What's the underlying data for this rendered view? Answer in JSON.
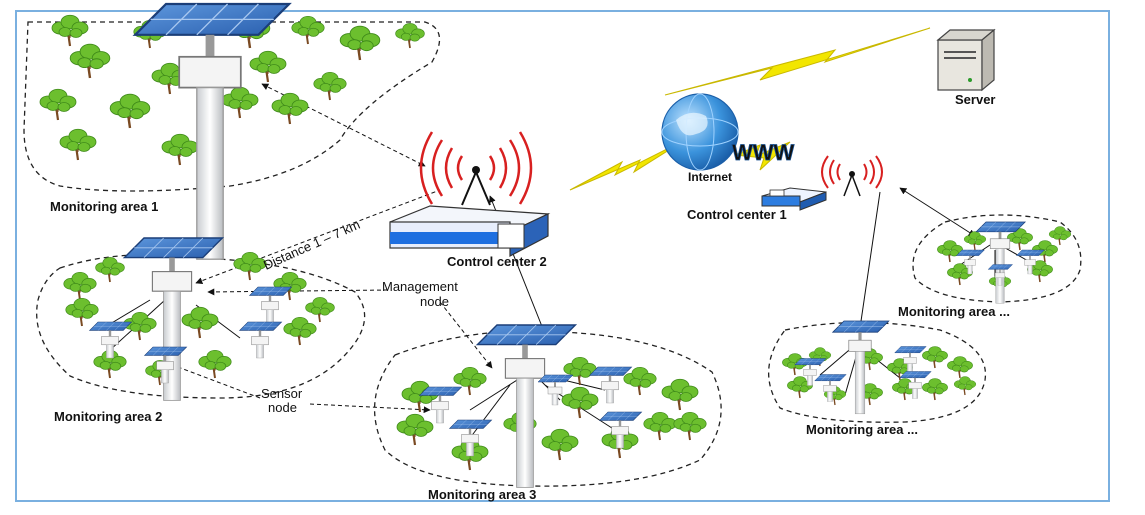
{
  "labels": {
    "area1": "Monitoring area 1",
    "area2": "Monitoring area 2",
    "area3": "Monitoring area 3",
    "area_right_top": "Monitoring area ...",
    "area_right_bottom": "Monitoring area ...",
    "control_center_1": "Control center 1",
    "control_center_2": "Control center 2",
    "internet": "Internet",
    "server": "Server",
    "management_node_line1": "Management",
    "management_node_line2": "node",
    "sensor_node_line1": "Sensor",
    "sensor_node_line2": "node",
    "distance": "Distance 1 – 7 km",
    "www": "WWW"
  },
  "colors": {
    "frame": "#7ab0e0",
    "tree_leaf": "#6cbf2e",
    "tree_leaf_dark": "#3f8a1a",
    "tree_trunk": "#7a4a22",
    "panel": "#3d79c7",
    "lightning": "#f2e600",
    "signal": "#d82020",
    "globe": "#2f86d6"
  },
  "icons": {
    "server": "server-tower-icon",
    "globe": "internet-globe-icon",
    "antenna": "radio-antenna-icon",
    "solar_node": "solar-monitoring-node-icon",
    "tree": "tree-icon"
  }
}
